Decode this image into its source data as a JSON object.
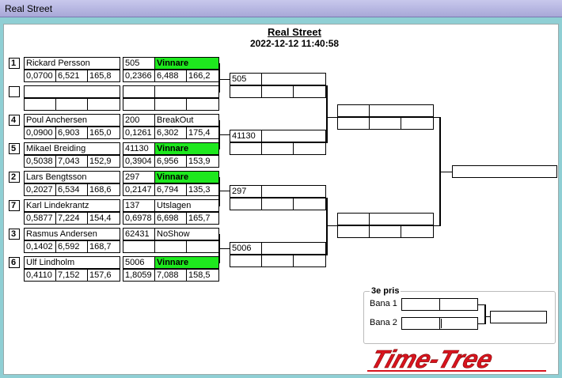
{
  "window_title": "Real Street",
  "event": {
    "title": "Real Street",
    "datetime": "2022-12-12 11:40:58"
  },
  "seeds": [
    "1",
    "",
    "4",
    "5",
    "2",
    "7",
    "3",
    "6"
  ],
  "racers": [
    {
      "name": "Rickard Persson",
      "rt": "0,0700",
      "et": "6,521",
      "speed": "165,8",
      "car": "505",
      "result": "Vinnare",
      "rt2": "0,2366",
      "et2": "6,488",
      "speed2": "166,2",
      "winner": true
    },
    {
      "name": "",
      "rt": "",
      "et": "",
      "speed": "",
      "car": "",
      "result": "",
      "rt2": "",
      "et2": "",
      "speed2": "",
      "winner": false
    },
    {
      "name": "Poul Anchersen",
      "rt": "0,0900",
      "et": "6,903",
      "speed": "165,0",
      "car": "200",
      "result": "BreakOut",
      "rt2": "0,1261",
      "et2": "6,302",
      "speed2": "175,4",
      "winner": false
    },
    {
      "name": "Mikael  Breiding",
      "rt": "0,5038",
      "et": "7,043",
      "speed": "152,9",
      "car": "41130",
      "result": "Vinnare",
      "rt2": "0,3904",
      "et2": "6,956",
      "speed2": "153,9",
      "winner": true
    },
    {
      "name": "Lars Bengtsson",
      "rt": "0,2027",
      "et": "6,534",
      "speed": "168,6",
      "car": "297",
      "result": "Vinnare",
      "rt2": "0,2147",
      "et2": "6,794",
      "speed2": "135,3",
      "winner": true
    },
    {
      "name": "Karl  Lindekrantz",
      "rt": "0,5877",
      "et": "7,224",
      "speed": "154,4",
      "car": "137",
      "result": "Utslagen",
      "rt2": "0,6978",
      "et2": "6,698",
      "speed2": "165,7",
      "winner": false
    },
    {
      "name": "Rasmus Andersen",
      "rt": "0,1402",
      "et": "6,592",
      "speed": "168,7",
      "car": "62431",
      "result": "NoShow",
      "rt2": "",
      "et2": "",
      "speed2": "",
      "winner": false
    },
    {
      "name": "Ulf Lindholm",
      "rt": "0,4110",
      "et": "7,152",
      "speed": "157,6",
      "car": "5006",
      "result": "Vinnare",
      "rt2": "1,8059",
      "et2": "7,088",
      "speed2": "158,5",
      "winner": true
    }
  ],
  "round2": [
    "505",
    "41130",
    "297",
    "5006"
  ],
  "semis": [
    "",
    ""
  ],
  "final": "",
  "third_prize": {
    "label": "3e pris",
    "bana1": "Bana 1",
    "bana2": "Bana 2",
    "lane1_value": "",
    "lane2_value": "",
    "result": ""
  },
  "logo_text": "Time-Tree",
  "colors": {
    "winner": "#1ee81e",
    "logo": "#d8141e"
  }
}
